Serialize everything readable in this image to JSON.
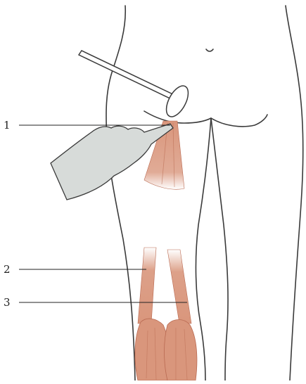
{
  "labels": [
    {
      "number": "1"
    },
    {
      "number": "2"
    },
    {
      "number": "3"
    }
  ],
  "colors": {
    "muscle": "#d9967c",
    "muscle_dark": "#b96a52",
    "hand": "#d7dbd9",
    "outline": "#3a3a3a",
    "hammer": "#ffffff"
  }
}
